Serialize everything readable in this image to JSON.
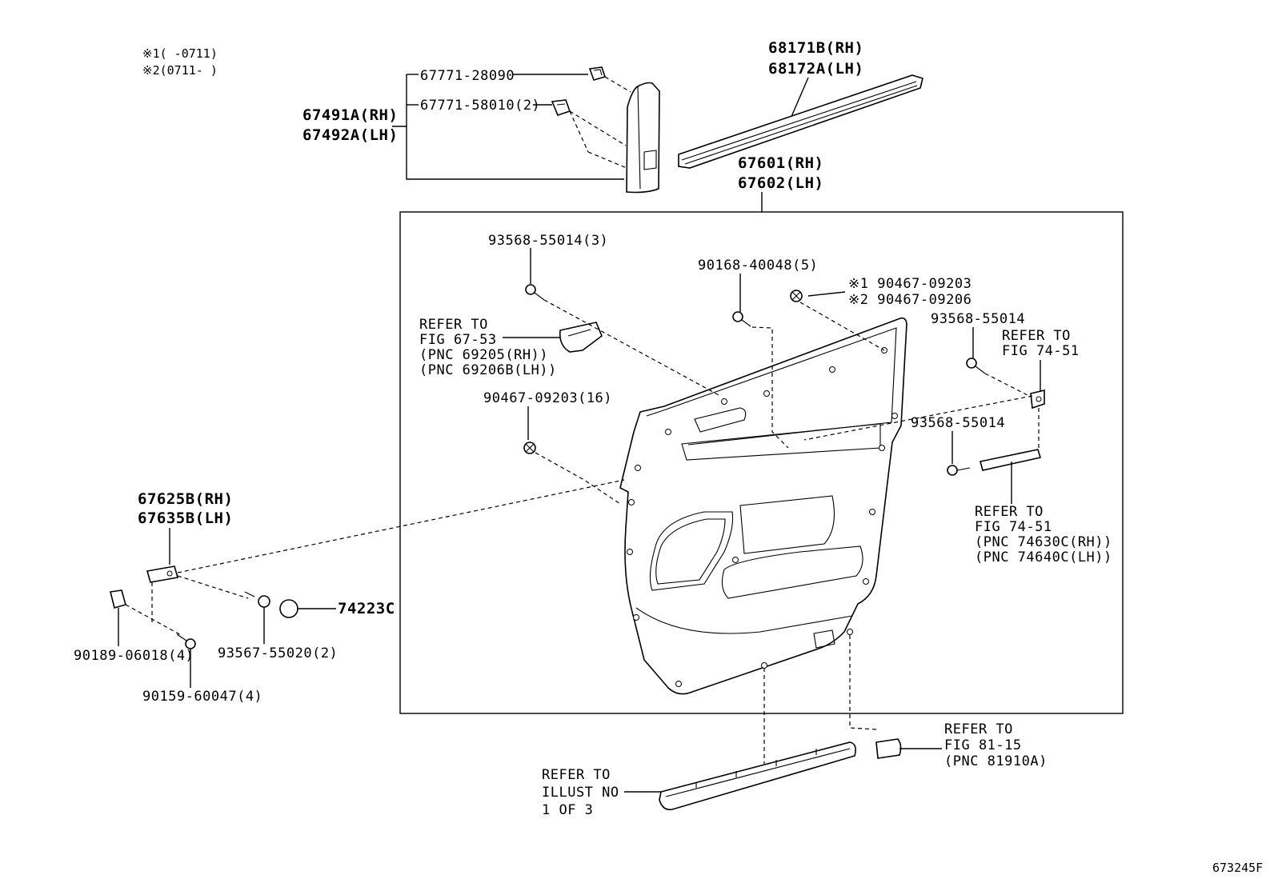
{
  "notes": {
    "note1": "※1(     -0711)",
    "note2": "※2(0711-     )"
  },
  "labels": {
    "p68171": "68171B(RH)",
    "p68172": "68172A(LH)",
    "p67771a": "67771-28090",
    "p67771b": "67771-58010(2)",
    "p67491": "67491A(RH)",
    "p67492": "67492A(LH)",
    "p67601": "67601(RH)",
    "p67602": "67602(LH)",
    "p93568a": "93568-55014(3)",
    "p90168": "90168-40048(5)",
    "p90467a": "※1 90467-09203",
    "p90467b": "※2 90467-09206",
    "refer6753_1": "REFER TO",
    "refer6753_2": "FIG 67-53",
    "refer6753_3": "(PNC 69205(RH))",
    "refer6753_4": "(PNC 69206B(LH))",
    "p93568b": "93568-55014",
    "refer7451a_1": "REFER TO",
    "refer7451a_2": "FIG 74-51",
    "p90467c": "90467-09203(16)",
    "p93568c": "93568-55014",
    "refer7451b_1": "REFER TO",
    "refer7451b_2": "FIG 74-51",
    "refer7451b_3": "(PNC 74630C(RH))",
    "refer7451b_4": "(PNC 74640C(LH))",
    "p67625": "67625B(RH)",
    "p67635": "67635B(LH)",
    "p74223": "74223C",
    "p90189": "90189-06018(4)",
    "p93567": "93567-55020(2)",
    "p90159": "90159-60047(4)",
    "refer8115_1": "REFER TO",
    "refer8115_2": "FIG 81-15",
    "refer8115_3": "(PNC 81910A)",
    "referIllust_1": "REFER TO",
    "referIllust_2": "ILLUST NO",
    "referIllust_3": "1 OF 3",
    "figure_id": "673245F"
  }
}
